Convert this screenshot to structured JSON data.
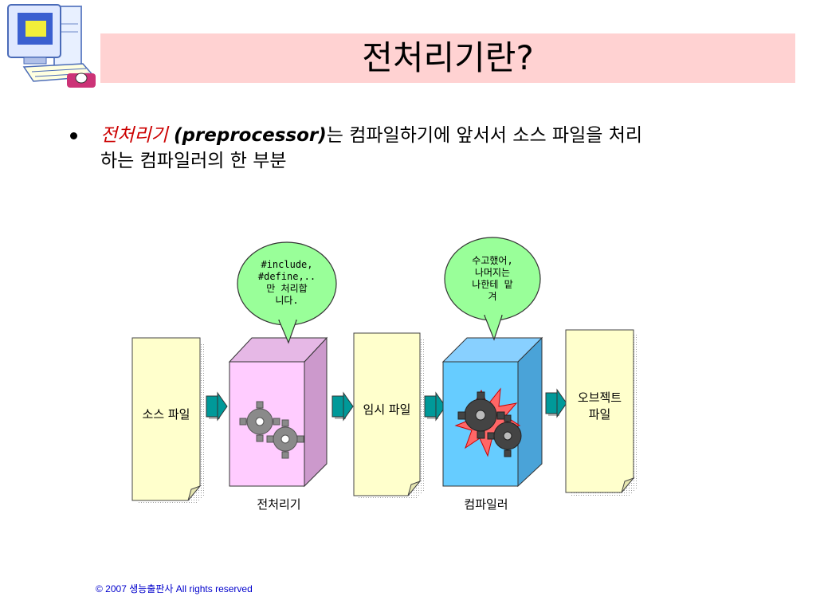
{
  "slide": {
    "title": "전처리기란?",
    "bullet": {
      "term": "전처리기",
      "english": "(preprocessor)",
      "rest_line1": "는 컴파일하기에 앞서서 소스 파일을 처리",
      "rest_line2": "하는 컴파일러의 한 부분"
    },
    "footer": "© 2007 생능출판사  All rights reserved"
  },
  "diagram": {
    "source_label": "소스 파일",
    "temp_label": "임시 파일",
    "object_label_line1": "오브젝트",
    "object_label_line2": "파일",
    "preprocessor_caption": "전처리기",
    "compiler_caption": "컴파일러",
    "bubble1_lines": [
      "#include,",
      "#define,..",
      "만 처리합",
      "니다."
    ],
    "bubble2_lines": [
      "수고했어,",
      "나머지는",
      "나한테 맡",
      "겨"
    ]
  },
  "colors": {
    "title_bar": "#ffd2d2",
    "note_fill": "#ffffcc",
    "preprocessor_face": "#ffccff",
    "compiler_face": "#66ccff",
    "bubble_fill": "#99ff99",
    "arrow_fill": "#009999",
    "term_red": "#cc0000",
    "footer_blue": "#0000cc"
  }
}
